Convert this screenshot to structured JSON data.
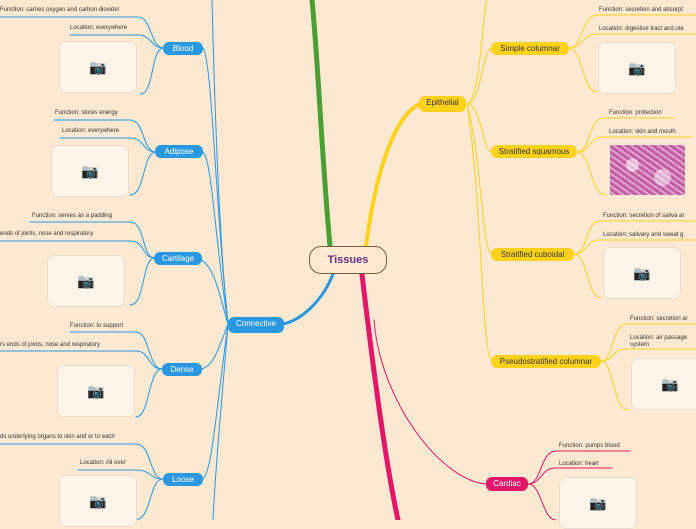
{
  "root": {
    "title": "Tissues"
  },
  "connective": {
    "label": "Connective",
    "blood": {
      "label": "Blood",
      "function": "Function: carries oxygen and carbon dioxide!",
      "location": "Location: everywhere"
    },
    "adipose": {
      "label": "Adipose",
      "function": "Function: stores energy",
      "location": "Location: everywhere"
    },
    "cartilage": {
      "label": "Cartilage",
      "function": "Function: serves as a padding",
      "location": "ends of joints, nose and respiratory"
    },
    "dense": {
      "label": "Dense",
      "function": "Function: to support",
      "location": "rs ends of joints, nose and respiratory"
    },
    "loose": {
      "label": "Loose",
      "function": "ds underlying organs to skin and or to each",
      "location": "Location: All over"
    }
  },
  "epithelial": {
    "label": "Epithelial",
    "simple_columnar": {
      "label": "Simple columnar",
      "function": "Function: secretion and absorpt",
      "location": "Location: digestive tract and ute"
    },
    "stratified_squamous": {
      "label": "Stratified squamous",
      "function": "Function: protection",
      "location": "Location: skin and mouth"
    },
    "stratified_cuboidal": {
      "label": "Stratified cuboidal",
      "function": "Function: secretion of saliva ar",
      "location": "Location: salivary and sweat g"
    },
    "pseudostratified_columnar": {
      "label": "Pseudostratified columnar",
      "function": "Function: secretion ar",
      "location_line1": "Location: air passage",
      "location_line2": "system"
    }
  },
  "muscle": {
    "cardiac": {
      "label": "Cardiac",
      "function": "Function: pumps blood",
      "location": "Location: heart"
    }
  },
  "colors": {
    "connective": "#2a97e2",
    "epithelial": "#ffd21a",
    "muscle": "#e2176a",
    "nervous": "#4a9e32",
    "root_text": "#6a2e86"
  },
  "icons": {
    "placeholder": "camera-icon"
  }
}
